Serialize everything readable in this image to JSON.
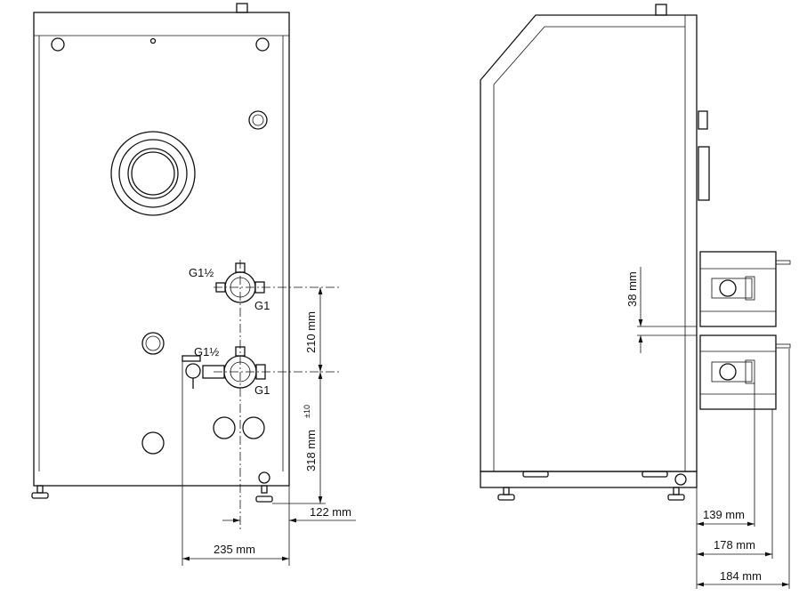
{
  "title": "Boiler connection dimensions",
  "front_view": {
    "upper_conn_top_label": "G1½",
    "upper_conn_bottom_label": "G1",
    "lower_conn_top_label": "G1½",
    "lower_conn_bottom_label": "G1",
    "dim_vertical_between": "210 mm",
    "dim_vertical_floor": "318 mm",
    "dim_vertical_floor_tol": "±10",
    "dim_horizontal_center": "122 mm",
    "dim_horizontal_tap": "235 mm"
  },
  "side_view": {
    "dim_gap": "38 mm",
    "dim_depth_1": "139 mm",
    "dim_depth_2": "178 mm",
    "dim_depth_3": "184 mm"
  }
}
